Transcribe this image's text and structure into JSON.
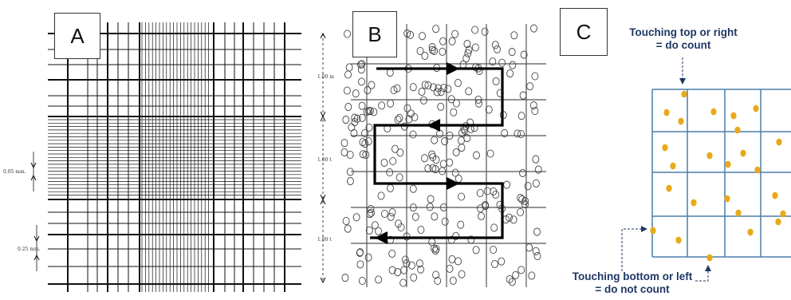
{
  "panels": {
    "a": {
      "label": "A"
    },
    "b": {
      "label": "B"
    },
    "c": {
      "label": "C"
    }
  },
  "panel_a_text": {
    "dim_1": "1.00 m",
    "dim_2": "1.00 t",
    "dim_3": "1.00 t",
    "small_square": "0.05 mm.",
    "medium_square": "0.25 mm."
  },
  "panel_c_notes": {
    "top_line1": "Touching top or right",
    "top_line2": "= do count",
    "bottom_line1": "Touching bottom or left",
    "bottom_line2": "= do not count"
  },
  "colors": {
    "grid_line": "#111111",
    "c_grid": "#4a7fa8",
    "cell_dot": "#e8a91a",
    "note_text": "#1f3864"
  }
}
